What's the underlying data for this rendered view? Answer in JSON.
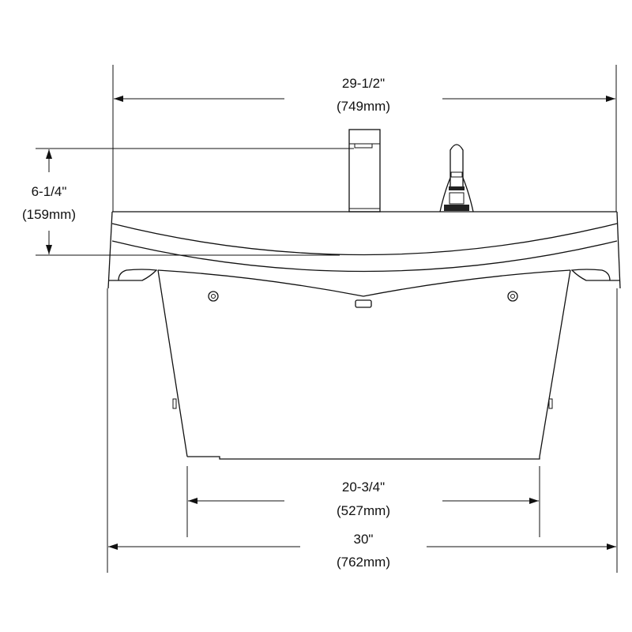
{
  "dimensions": {
    "top_width": {
      "imperial": "29-1/2\"",
      "metric": "(749mm)"
    },
    "faucet_height": {
      "imperial": "6-1/4\"",
      "metric": "(159mm)"
    },
    "panel_width": {
      "imperial": "20-3/4\"",
      "metric": "(527mm)"
    },
    "overall_width": {
      "imperial": "30\"",
      "metric": "(762mm)"
    }
  },
  "colors": {
    "line": "#111111",
    "background": "#ffffff"
  }
}
